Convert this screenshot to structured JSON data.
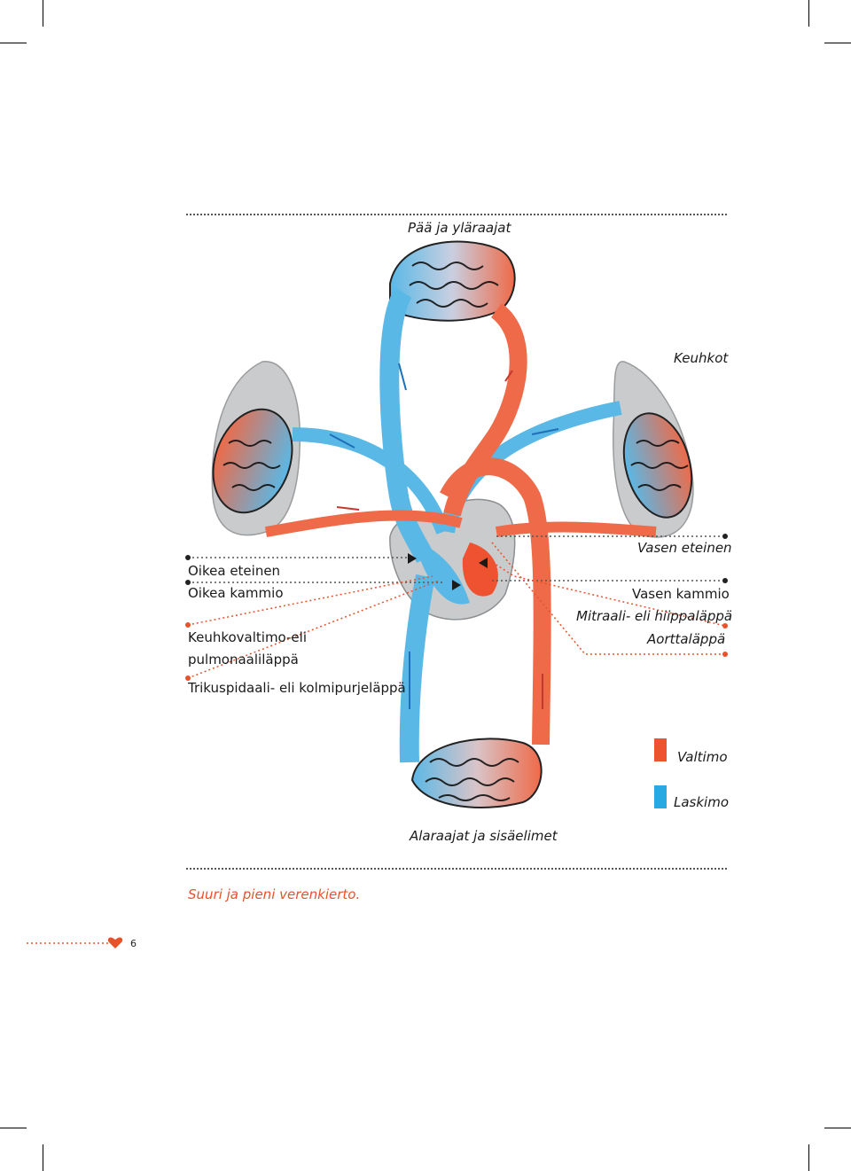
{
  "labels": {
    "top": "Pää ja yläraajat",
    "lungs": "Keuhkot",
    "right_atrium": "Oikea eteinen",
    "right_ventricle": "Oikea kammio",
    "pulmonary_valve_1": "Keuhkovaltimo-eli",
    "pulmonary_valve_2": "pulmonaaliläppä",
    "tricuspid_valve": "Trikuspidaali- eli kolmipurjeläppä",
    "left_atrium": "Vasen eteinen",
    "left_ventricle": "Vasen kammio",
    "mitral_valve": "Mitraali- eli hiippaläppä",
    "aortic_valve": "Aorttaläppä",
    "bottom": "Alaraajat ja sisäelimet"
  },
  "legend": {
    "artery_label": "Valtimo",
    "artery_color": "#ee5230",
    "vein_label": "Laskimo",
    "vein_color": "#29a9e1"
  },
  "caption": "Suuri ja pieni verenkierto.",
  "page_number": "6",
  "colors": {
    "artery": "#ee6a48",
    "artery_light": "#f7b49a",
    "vein": "#5ab8e6",
    "vein_light": "#b5def4",
    "lung": "#c9cbcd",
    "pointer": "#e8522b"
  }
}
